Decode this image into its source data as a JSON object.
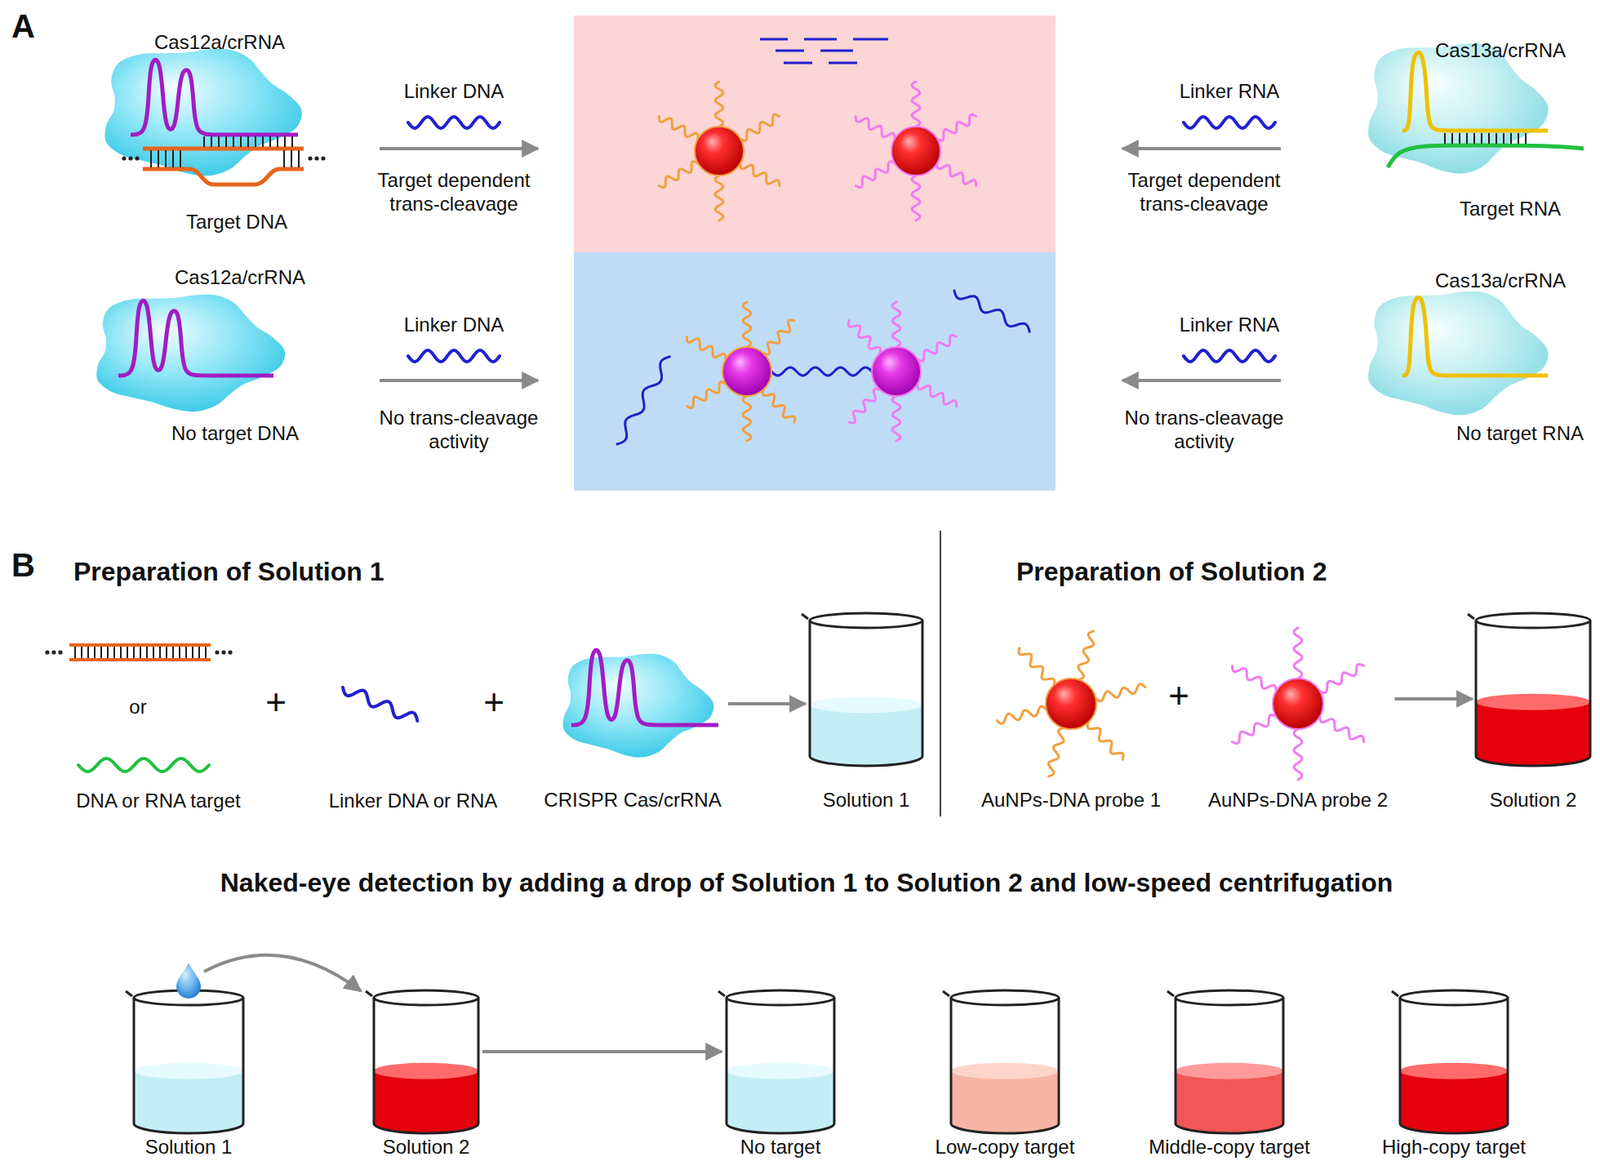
{
  "diagram": {
    "nodes": [
      {
        "text": [
          "CRISPR Cas/crRNA"
        ]
      },
      {
        "text": [
          "Solution 1"
        ]
      },
      {
        "text": [
          "AuNPs-DNA probe 1"
        ]
      },
      {
        "text": [
          "AuNPs-DNA probe 2"
        ]
      },
      {
        "text": [
          "Solution 2"
        ]
      },
      {
        "text": [
          "Solution 1"
        ]
      },
      {
        "text": [
          "Solution 2"
        ]
      },
      {
        "text": [
          "No target"
        ]
      },
      {
        "text": [
          "Low-copy target"
        ]
      },
      {
        "text": [
          "Middle-copy target"
        ]
      },
      {
        "text": [
          "High-copy target"
        ]
      }
    ],
    "edges": [
      {
        "from": 0,
        "to": 1,
        "arrow": "to"
      },
      {
        "from": 3,
        "to": 4,
        "arrow": "to"
      },
      {
        "from": 6,
        "to": 7,
        "arrow": "to"
      }
    ],
    "labels": [
      "A",
      "Cas12a/crRNA",
      "Target DNA",
      "Linker DNA",
      "Target dependent trans-cleavage",
      "Cas13a/crRNA",
      "Target RNA",
      "Linker RNA",
      "Target dependent trans-cleavage",
      "Cas12a/crRNA",
      "No target DNA",
      "Linker DNA",
      "No trans-cleavage activity",
      "Linker RNA",
      "No trans-cleavage activity",
      "Cas13a/crRNA",
      "No target RNA",
      "B",
      "Preparation of Solution 1",
      "Preparation of Solution 2",
      "DNA or RNA target",
      "or",
      "+",
      "Linker DNA or RNA",
      "+",
      "+",
      "Naked-eye detection by adding a drop of Solution 1 to Solution 2 and low-speed centrifugation"
    ]
  }
}
